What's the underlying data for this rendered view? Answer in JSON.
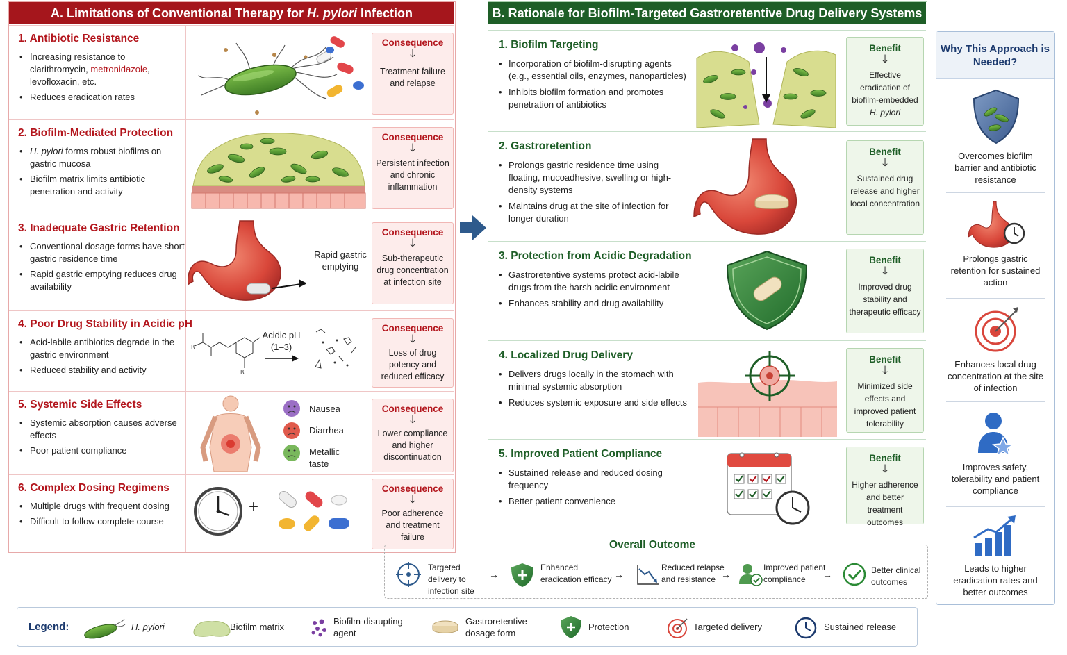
{
  "panelA": {
    "title_pre": "A. Limitations of Conventional Therapy for ",
    "title_ital": "H. pylori",
    "title_post": " Infection",
    "rows": [
      {
        "title": "1. Antibiotic Resistance",
        "b1_pre": "Increasing resistance to clarithromycin, ",
        "b1_hl": "metronidazole",
        "b1_post": ", levofloxacin, etc.",
        "b2": "Reduces eradication rates",
        "cons_label": "Consequence",
        "cons": "Treatment failure and relapse"
      },
      {
        "title": "2. Biofilm-Mediated Protection",
        "b1_ital": "H. pylori",
        "b1_post": " forms robust biofilms on gastric mucosa",
        "b2": "Biofilm matrix limits antibiotic penetration and activity",
        "cons_label": "Consequence",
        "cons": "Persistent infection and chronic inflammation"
      },
      {
        "title": "3. Inadequate Gastric Retention",
        "b1": "Conventional dosage forms have short gastric residence time",
        "b2": "Rapid gastric emptying reduces drug availability",
        "img_label": "Rapid gastric emptying",
        "cons_label": "Consequence",
        "cons": "Sub-therapeutic drug concentration at infection site"
      },
      {
        "title": "4. Poor Drug Stability in Acidic pH",
        "b1": "Acid-labile antibiotics degrade in the gastric environment",
        "b2": "Reduced stability and activity",
        "img_label": "Acidic pH",
        "img_label2": "(1–3)",
        "cons_label": "Consequence",
        "cons": "Loss of drug potency and reduced efficacy"
      },
      {
        "title": "5. Systemic Side Effects",
        "b1": "Systemic absorption causes adverse effects",
        "b2": "Poor patient compliance",
        "effects": [
          "Nausea",
          "Diarrhea",
          "Metallic taste"
        ],
        "cons_label": "Consequence",
        "cons": "Lower compliance and higher discontinuation"
      },
      {
        "title": "6. Complex Dosing Regimens",
        "b1": "Multiple drugs with frequent dosing",
        "b2": "Difficult to follow complete course",
        "plus": "+",
        "cons_label": "Consequence",
        "cons": "Poor adherence and treatment failure"
      }
    ]
  },
  "panelB": {
    "title": "B. Rationale for Biofilm-Targeted Gastroretentive Drug Delivery Systems",
    "rows": [
      {
        "title": "1. Biofilm Targeting",
        "b1": "Incorporation of biofilm-disrupting agents (e.g., essential oils, enzymes, nanoparticles)",
        "b2": "Inhibits biofilm formation and promotes penetration of antibiotics",
        "ben_label": "Benefit",
        "ben_pre": "Effective eradication of biofilm-embedded ",
        "ben_ital": "H. pylori"
      },
      {
        "title": "2. Gastroretention",
        "b1": "Prolongs gastric residence time using floating, mucoadhesive, swelling or high-density systems",
        "b2": "Maintains drug at the site of infection for longer duration",
        "ben_label": "Benefit",
        "ben": "Sustained drug release and higher local concentration"
      },
      {
        "title": "3. Protection from Acidic Degradation",
        "b1": "Gastroretentive systems protect acid-labile drugs from the harsh acidic environment",
        "b2": "Enhances stability and drug availability",
        "ben_label": "Benefit",
        "ben": "Improved drug stability and therapeutic efficacy"
      },
      {
        "title": "4. Localized Drug Delivery",
        "b1": "Delivers drugs locally in the stomach with minimal systemic absorption",
        "b2": "Reduces systemic exposure and side effects",
        "ben_label": "Benefit",
        "ben": "Minimized side effects and improved patient tolerability"
      },
      {
        "title": "5. Improved Patient Compliance",
        "b1": "Sustained release and reduced dosing frequency",
        "b2": "Better patient convenience",
        "ben_label": "Benefit",
        "ben": "Higher adherence and better treatment outcomes"
      }
    ]
  },
  "why": {
    "title": "Why This Approach is Needed?",
    "items": [
      "Overcomes biofilm barrier and antibiotic resistance",
      "Prolongs gastric retention for sustained action",
      "Enhances local drug concentration at the site of infection",
      "Improves safety, tolerability and patient compliance",
      "Leads to higher eradication rates and better outcomes"
    ]
  },
  "outcome": {
    "title": "Overall Outcome",
    "steps": [
      "Targeted delivery to infection site",
      "Enhanced eradication efficacy",
      "Reduced relapse and resistance",
      "Improved patient compliance",
      "Better clinical outcomes"
    ]
  },
  "legend": {
    "title": "Legend:",
    "items": [
      "H. pylori",
      "Biofilm matrix",
      "Biofilm-disrupting agent",
      "Gastroretentive dosage form",
      "Protection",
      "Targeted delivery",
      "Sustained release"
    ]
  },
  "colors": {
    "red": "#a5161c",
    "green": "#1e5e27",
    "navy": "#1c3a6e"
  }
}
